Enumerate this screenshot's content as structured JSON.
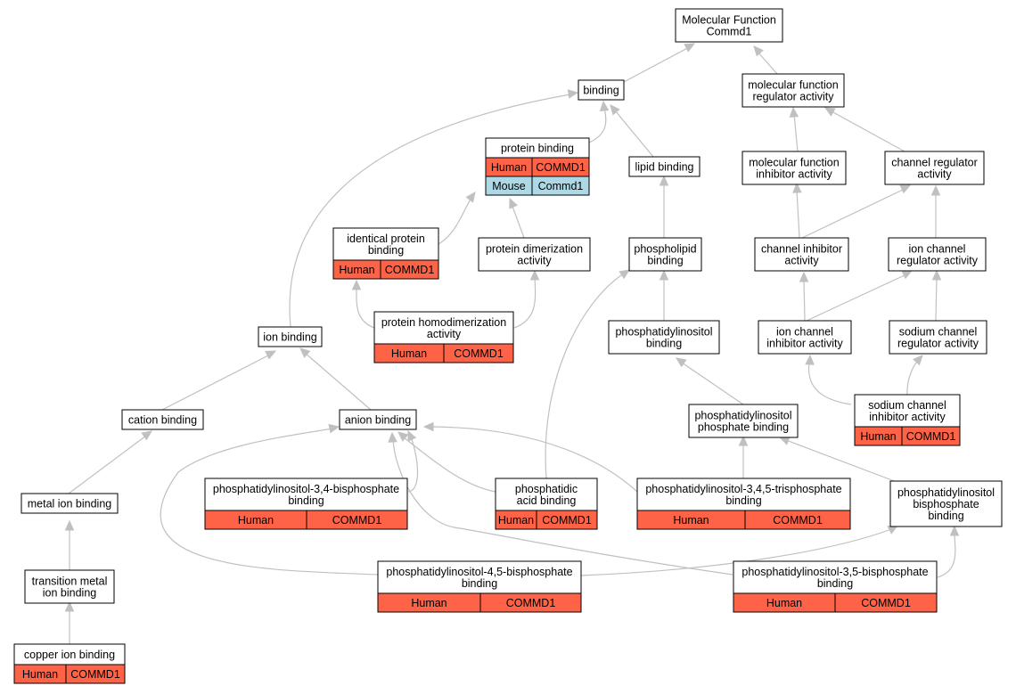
{
  "graph": {
    "colors": {
      "highlight": "#ff6347",
      "mouse": "#add8e6",
      "edge": "#c0c0c0"
    },
    "nodes": [
      {
        "id": "root",
        "lines": [
          "Molecular Function",
          "Commd1"
        ]
      },
      {
        "id": "binding",
        "lines": [
          "binding"
        ]
      },
      {
        "id": "mfregulator",
        "lines": [
          "molecular function",
          "regulator activity"
        ]
      },
      {
        "id": "proteinbinding",
        "lines": [
          "protein binding"
        ],
        "cells": [
          [
            "Human",
            "COMMD1"
          ],
          [
            "Mouse",
            "Commd1"
          ]
        ]
      },
      {
        "id": "lipidbinding",
        "lines": [
          "lipid binding"
        ]
      },
      {
        "id": "mfinhibitor",
        "lines": [
          "molecular function",
          "inhibitor activity"
        ]
      },
      {
        "id": "channelregulator",
        "lines": [
          "channel regulator",
          "activity"
        ]
      },
      {
        "id": "identical",
        "lines": [
          "identical protein",
          "binding"
        ],
        "cells": [
          [
            "Human",
            "COMMD1"
          ]
        ]
      },
      {
        "id": "dimerization",
        "lines": [
          "protein dimerization",
          "activity"
        ]
      },
      {
        "id": "phospholipid",
        "lines": [
          "phospholipid",
          "binding"
        ]
      },
      {
        "id": "channelinhibitor",
        "lines": [
          "channel inhibitor",
          "activity"
        ]
      },
      {
        "id": "ionchannelreg",
        "lines": [
          "ion channel",
          "regulator activity"
        ]
      },
      {
        "id": "ionbinding",
        "lines": [
          "ion binding"
        ]
      },
      {
        "id": "homodimer",
        "lines": [
          "protein homodimerization",
          "activity"
        ],
        "cells": [
          [
            "Human",
            "COMMD1"
          ]
        ]
      },
      {
        "id": "pi",
        "lines": [
          "phosphatidylinositol",
          "binding"
        ]
      },
      {
        "id": "ionchannelinh",
        "lines": [
          "ion channel",
          "inhibitor activity"
        ]
      },
      {
        "id": "sodiumreg",
        "lines": [
          "sodium channel",
          "regulator activity"
        ]
      },
      {
        "id": "sodiuminh",
        "lines": [
          "sodium channel",
          "inhibitor activity"
        ],
        "cells": [
          [
            "Human",
            "COMMD1"
          ]
        ]
      },
      {
        "id": "cation",
        "lines": [
          "cation binding"
        ]
      },
      {
        "id": "anion",
        "lines": [
          "anion binding"
        ]
      },
      {
        "id": "pip",
        "lines": [
          "phosphatidylinositol",
          "phosphate binding"
        ]
      },
      {
        "id": "metal",
        "lines": [
          "metal ion binding"
        ]
      },
      {
        "id": "pi34",
        "lines": [
          "phosphatidylinositol-3,4-bisphosphate",
          "binding"
        ],
        "cells": [
          [
            "Human",
            "COMMD1"
          ]
        ]
      },
      {
        "id": "pa",
        "lines": [
          "phosphatidic",
          "acid binding"
        ],
        "cells": [
          [
            "Human",
            "COMMD1"
          ]
        ]
      },
      {
        "id": "pi345",
        "lines": [
          "phosphatidylinositol-3,4,5-trisphosphate",
          "binding"
        ],
        "cells": [
          [
            "Human",
            "COMMD1"
          ]
        ]
      },
      {
        "id": "pibis",
        "lines": [
          "phosphatidylinositol",
          "bisphosphate",
          "binding"
        ]
      },
      {
        "id": "transition",
        "lines": [
          "transition metal",
          "ion binding"
        ]
      },
      {
        "id": "pi45",
        "lines": [
          "phosphatidylinositol-4,5-bisphosphate",
          "binding"
        ],
        "cells": [
          [
            "Human",
            "COMMD1"
          ]
        ]
      },
      {
        "id": "pi35",
        "lines": [
          "phosphatidylinositol-3,5-bisphosphate",
          "binding"
        ],
        "cells": [
          [
            "Human",
            "COMMD1"
          ]
        ]
      },
      {
        "id": "copper",
        "lines": [
          "copper ion binding"
        ],
        "cells": [
          [
            "Human",
            "COMMD1"
          ]
        ]
      }
    ]
  }
}
